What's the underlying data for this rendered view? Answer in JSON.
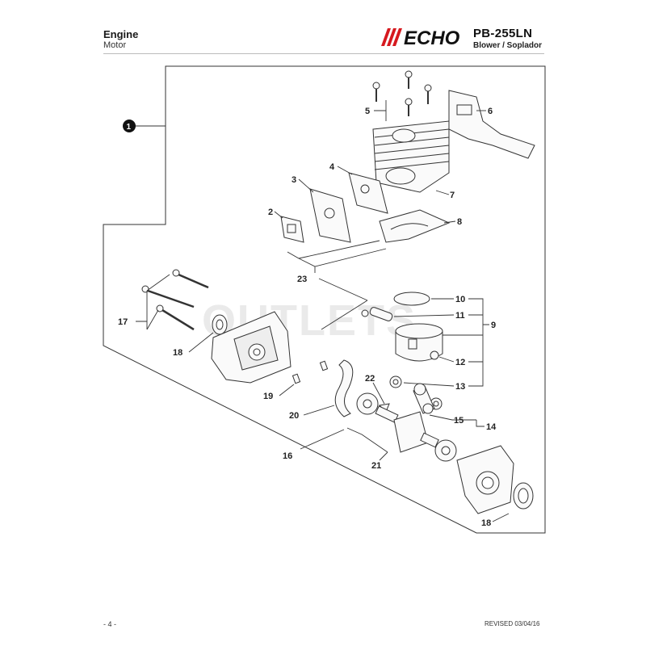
{
  "header": {
    "title": "Engine",
    "subtitle": "Motor",
    "brand": "ECHO",
    "model": "PB-255LN",
    "model_subtitle": "Blower / Soplador"
  },
  "watermark": "OUTLETS",
  "callouts": {
    "c1": "1",
    "c2": "2",
    "c3": "3",
    "c4": "4",
    "c5": "5",
    "c6": "6",
    "c7": "7",
    "c8": "8",
    "c9": "9",
    "c10": "10",
    "c11": "11",
    "c12": "12",
    "c13": "13",
    "c14": "14",
    "c15": "15",
    "c16": "16",
    "c17": "17",
    "c18a": "18",
    "c18b": "18",
    "c19": "19",
    "c20": "20",
    "c21": "21",
    "c22": "22",
    "c23": "23"
  },
  "footer": {
    "page": "- 4 -",
    "revised": "REVISED 03/04/16"
  },
  "colors": {
    "logo_red": "#d6191f",
    "line": "#333333"
  }
}
